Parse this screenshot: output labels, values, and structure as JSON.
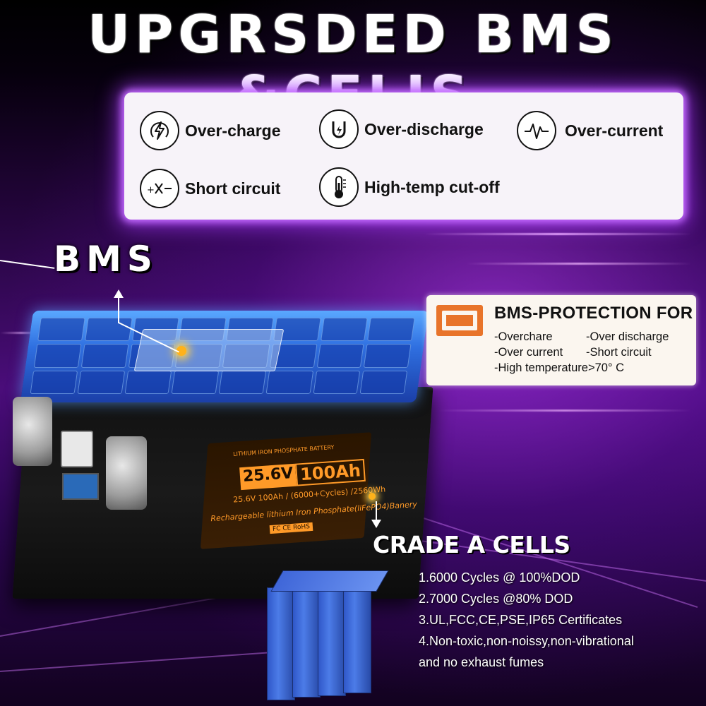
{
  "title": "UPGRSDED BMS &CELIS",
  "features": [
    {
      "label": "Over-charge",
      "icon": "lightning-shield-icon"
    },
    {
      "label": "Over-discharge",
      "icon": "discharge-icon"
    },
    {
      "label": "Over-current",
      "icon": "pulse-icon"
    },
    {
      "label": "Short circuit",
      "icon": "short-circuit-icon"
    },
    {
      "label": "High-temp cut-off",
      "icon": "thermometer-icon"
    }
  ],
  "bms_tag": "BMS",
  "protection": {
    "title": "BMS-PROTECTION FOR",
    "items": [
      "-Overchare",
      "-Over discharge",
      "-Over current",
      "-Short circuit",
      "-High temperature>70° C"
    ],
    "icon": "bms-board-icon",
    "accent": "#e8742a"
  },
  "battery_label": {
    "line1": "LITHIUM IRON PHOSPHATE BATTERY",
    "voltage": "25.6V",
    "capacity": "100Ah",
    "line2": "25.6V 100Ah / (6000+Cycles) /2560Wh",
    "line3": "Rechargeable lithium Iron Phosphate(liFePO4)Banery",
    "certs": "FC CE RoHS"
  },
  "grade_title": "CRADE A CELLS",
  "specs": [
    "1.6000 Cycles @ 100%DOD",
    "2.7000 Cycles @80% DOD",
    "3.UL,FCC,CE,PSE,IP65 Certificates",
    "4.Non-toxic,non-noissy,non-vibrational",
    " and no exhaust fumes"
  ],
  "colors": {
    "neon": "#c56cff",
    "battery_blue": "#2f6fe0",
    "label_orange": "#ff9a28"
  }
}
